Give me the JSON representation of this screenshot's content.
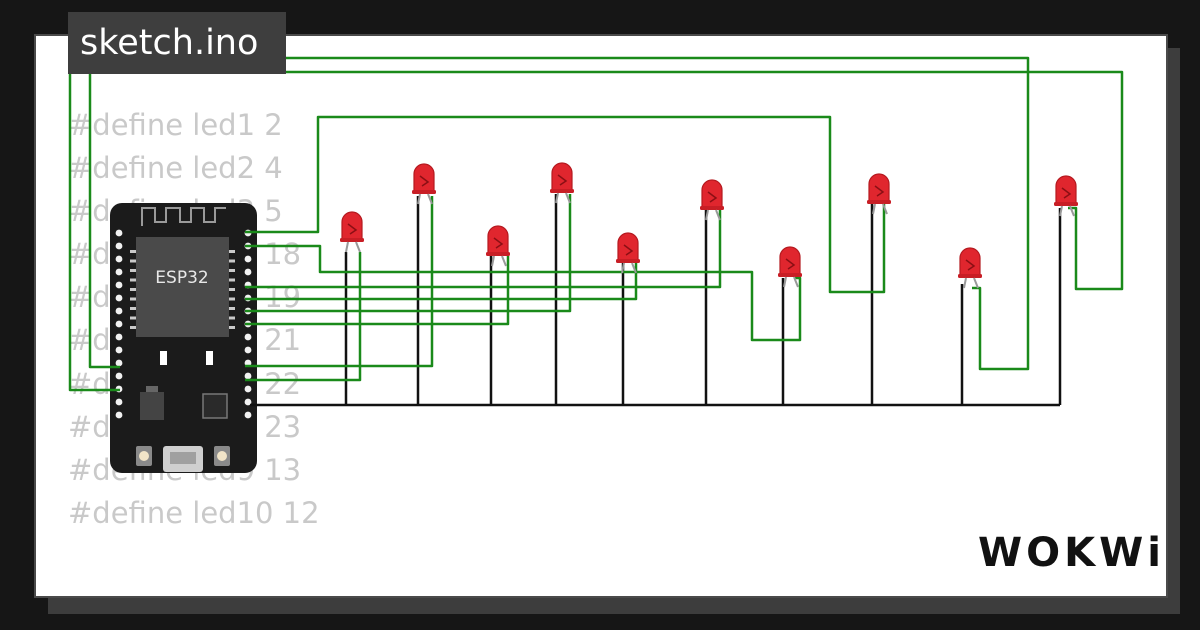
{
  "tab": {
    "title": "sketch.ino"
  },
  "code_lines": [
    "#define led1 2",
    "#define led2 4",
    "#define led3 5",
    "#define led4 18",
    "#define led5 19",
    "#define led6 21",
    "#define led7 22",
    "#define led8 23",
    "#define led9 13",
    "#define led10 12"
  ],
  "board": {
    "chip_label": "ESP32"
  },
  "logo": {
    "text": "WOKWi"
  },
  "colors": {
    "wire_signal": "#1a8a1a",
    "wire_ground": "#111111",
    "led_red": "#e0262e",
    "board": "#1b1b1b",
    "module": "#4a4a4a",
    "tab_bg": "#3e3e3e",
    "code_text": "#c9c9c9"
  },
  "icons": {
    "led": "red-led-icon",
    "board": "esp32-devkit-icon",
    "logo": "wokwi-logo-icon"
  }
}
